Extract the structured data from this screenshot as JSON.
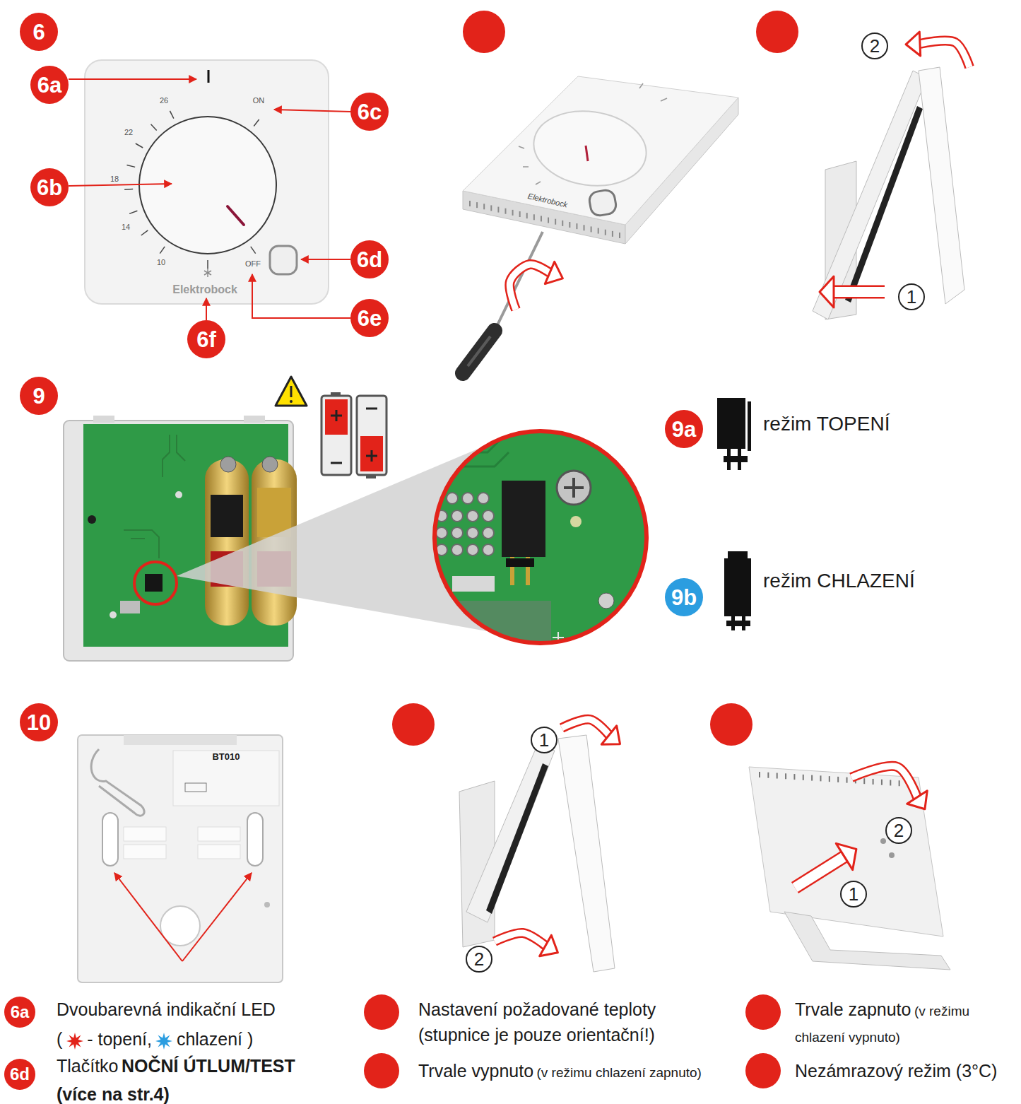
{
  "diagram": {
    "nodes": [
      {
        "text": [
          "6"
        ]
      },
      {
        "text": [
          "6a"
        ]
      },
      {
        "text": [
          "6c"
        ]
      },
      {
        "text": [
          "6b"
        ]
      },
      {
        "text": [
          "6d"
        ]
      },
      {
        "text": [
          "6e"
        ]
      },
      {
        "text": [
          "6f"
        ]
      },
      {
        "text": [
          "2"
        ]
      },
      {
        "text": [
          "1"
        ]
      },
      {
        "text": [
          "9"
        ]
      },
      {
        "text": [
          "9a"
        ]
      },
      {
        "text": [
          "9b"
        ]
      },
      {
        "text": [
          "10"
        ]
      },
      {
        "text": [
          "1"
        ]
      },
      {
        "text": [
          "2"
        ]
      },
      {
        "text": [
          "2"
        ]
      },
      {
        "text": [
          "1"
        ]
      },
      {
        "text": [
          "6a"
        ]
      },
      {
        "text": [
          "6d"
        ]
      }
    ],
    "labels": [
      "26",
      "22",
      "18",
      "14",
      "10",
      "ON",
      "OFF",
      "Elektrobock",
      "Elektrobock",
      "BT010",
      "režim TOPENÍ",
      "režim CHLAZENÍ",
      "Dvoubarevná indikační LED",
      "(",
      "- topení,",
      "chlazení )",
      "Tlačítko",
      "NOČNÍ ÚTLUM/TEST",
      "(více na str.4)",
      "Nastavení požadované teploty (stupnice je pouze orientační!)",
      "Trvale vypnuto",
      "(v režimu chlazení zapnuto)",
      "Trvale zapnuto",
      "(v režimu chlazení vypnuto)",
      "Nezámrazový režim (3°C)"
    ]
  }
}
